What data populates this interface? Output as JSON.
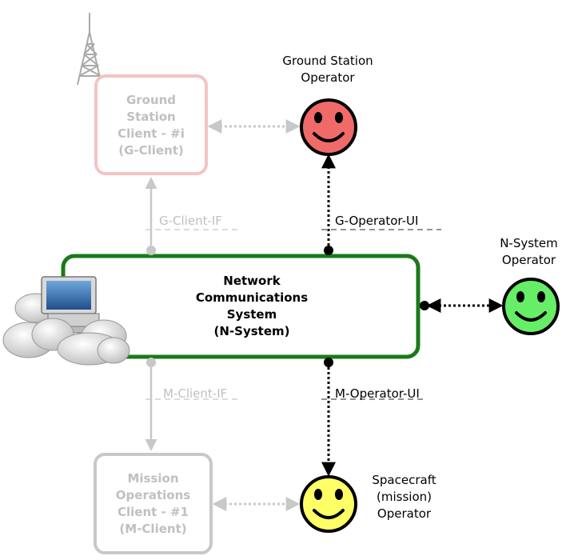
{
  "nodes": {
    "ground_station_client": {
      "lines": [
        "Ground",
        "Station",
        "Client - #i",
        "(G-Client)"
      ]
    },
    "mission_operations_client": {
      "lines": [
        "Mission",
        "Operations",
        "Client - #1",
        "(M-Client)"
      ]
    },
    "network_system": {
      "lines": [
        "Network",
        "Communications",
        "System",
        "(N-System)"
      ]
    }
  },
  "actors": {
    "ground_station_operator": {
      "lines": [
        "Ground Station",
        "Operator"
      ]
    },
    "n_system_operator": {
      "lines": [
        "N-System",
        "Operator"
      ]
    },
    "spacecraft_operator": {
      "lines": [
        "Spacecraft",
        "(mission)",
        "Operator"
      ]
    }
  },
  "interfaces": {
    "g_client_if": "G-Client-IF",
    "m_client_if": "M-Client-IF",
    "g_operator_ui": "G-Operator-UI",
    "m_operator_ui": "M-Operator-UI"
  },
  "colors": {
    "n_system_border": "#1a7a1a",
    "ground_station_client_border": "#f5c3c3",
    "mission_client_border": "#c8c8c8",
    "inactive_text": "#c0c0c0",
    "ground_station_operator_face": "#f06a6a",
    "n_system_operator_face": "#66ee66",
    "spacecraft_operator_face": "#ffff66"
  },
  "icons": {
    "tower": "radio-tower-icon",
    "computer_cloud": "computer-cloud-icon",
    "smiley": "smiley-face-icon"
  }
}
